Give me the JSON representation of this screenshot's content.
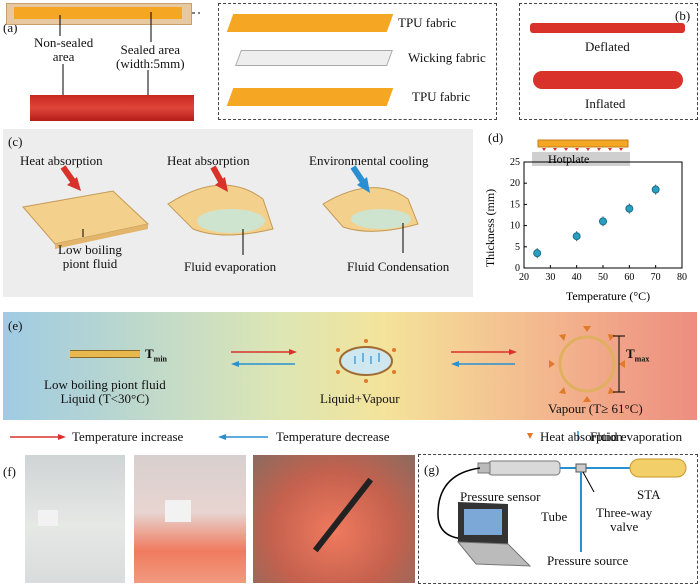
{
  "panel_a": {
    "label": "(a)",
    "non_sealed": "Non-sealed\narea",
    "sealed": "Sealed area\n(width:5mm)",
    "layers": [
      "TPU fabric",
      "Wicking fabric",
      "TPU fabric"
    ],
    "colors": {
      "tpu": "#f5a623",
      "wicking": "#eeeeee",
      "pouch": "#d8322a"
    }
  },
  "panel_b": {
    "label": "(b)",
    "deflated": "Deflated",
    "inflated": "Inflated"
  },
  "panel_c": {
    "label": "(c)",
    "step1": "Heat absorption",
    "step1_fluid": "Low boiling\npiont fluid",
    "step2": "Heat absorption",
    "step2_note": "Fluid evaporation",
    "step3": "Environmental cooling",
    "step3_note": "Fluid Condensation"
  },
  "panel_d": {
    "label": "(d)",
    "inset_label": "Hotplate",
    "chart_data": {
      "type": "scatter",
      "xlabel": "Temperature (°C)",
      "ylabel": "Thickness (mm)",
      "xlim": [
        20,
        80
      ],
      "ylim": [
        0,
        25
      ],
      "xticks": [
        20,
        30,
        40,
        50,
        60,
        70,
        80
      ],
      "yticks": [
        0,
        5,
        10,
        15,
        20,
        25
      ],
      "x": [
        25,
        40,
        50,
        60,
        70
      ],
      "y": [
        3.5,
        7.5,
        11,
        14,
        18.5
      ],
      "grid": false
    }
  },
  "panel_e": {
    "label": "(e)",
    "tmin": "T",
    "tmin_sub": "min",
    "tmax": "T",
    "tmax_sub": "max",
    "state1": "Low boiling piont fluid\nLiquid (T<30°C)",
    "state2": "Liquid+Vapour",
    "state3": "Vapour (T≥ 61°C)",
    "legend": [
      "Temperature increase",
      "Temperature decrease",
      "Heat absorption",
      "Fluid evaporation"
    ]
  },
  "panel_f": {
    "label": "(f)"
  },
  "panel_g": {
    "label": "(g)",
    "pressure_sensor": "Pressure sensor",
    "sta": "STA",
    "tube": "Tube",
    "valve": "Three-way\nvalve",
    "source": "Pressure source"
  }
}
